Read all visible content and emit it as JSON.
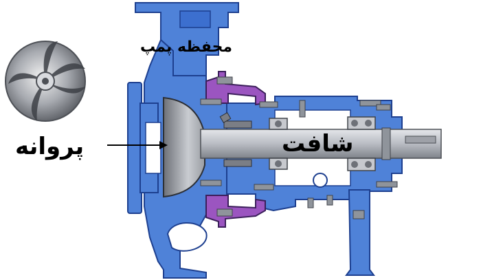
{
  "labels": {
    "pump_casing": "محفظه پمپ",
    "impeller": "پروانه",
    "shaft": "شافت"
  },
  "colors": {
    "casing_blue": "#4f82d8",
    "casing_outline": "#1d3f8f",
    "cavity_blue": "#3c6fcf",
    "shaft_gray": "#b9bcc3",
    "gland_purple": "#9b55c0",
    "bolt_gray": "#8f949b",
    "impeller_gray": "#8a8d93"
  },
  "icons": [
    "impeller-photo-icon",
    "arrow-right-icon"
  ]
}
